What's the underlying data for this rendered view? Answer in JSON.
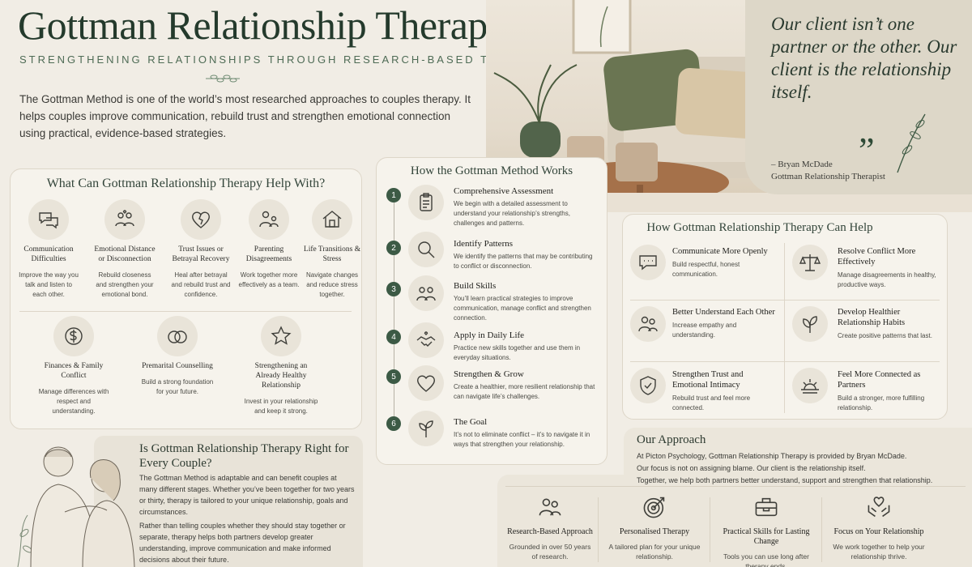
{
  "header": {
    "title": "Gottman Relationship Therapy",
    "subtitle": "STRENGTHENING RELATIONSHIPS THROUGH RESEARCH-BASED THERAPY",
    "intro": "The Gottman Method is one of the world’s most researched approaches to couples therapy. It helps couples improve communication, rebuild trust and strengthen emotional connection using practical, evidence-based strategies."
  },
  "quote": {
    "text": "Our client isn’t one partner or the other. Our client is the relationship itself.",
    "mark": "”",
    "author": "– Bryan McDade",
    "role": "Gottman Relationship Therapist"
  },
  "help_with": {
    "title": "What Can Gottman Relationship Therapy Help With?",
    "items": [
      {
        "title": "Communication Difficulties",
        "desc": "Improve the way you talk and listen to each other.",
        "icon": "chat-icon"
      },
      {
        "title": "Emotional Distance or Disconnection",
        "desc": "Rebuild closeness and strengthen your emotional bond.",
        "icon": "heart-people-icon"
      },
      {
        "title": "Trust Issues or Betrayal Recovery",
        "desc": "Heal after betrayal and rebuild trust and confidence.",
        "icon": "broken-heart-icon"
      },
      {
        "title": "Parenting Disagreements",
        "desc": "Work together more effectively as a team.",
        "icon": "parents-icon"
      },
      {
        "title": "Life Transitions & Stress",
        "desc": "Navigate changes and reduce stress together.",
        "icon": "house-icon"
      },
      {
        "title": "Finances & Family Conflict",
        "desc": "Manage differences with respect and understanding.",
        "icon": "dollar-icon"
      },
      {
        "title": "Premarital Counselling",
        "desc": "Build a strong foundation for your future.",
        "icon": "rings-icon"
      },
      {
        "title": "Strengthening an Already Healthy Relationship",
        "desc": "Invest in your relationship and keep it strong.",
        "icon": "star-icon"
      }
    ]
  },
  "method": {
    "title": "How the Gottman Method Works",
    "steps": [
      {
        "num": "1",
        "title": "Comprehensive Assessment",
        "desc": "We begin with a detailed assessment to understand your relationship’s strengths, challenges and patterns.",
        "icon": "clipboard-icon"
      },
      {
        "num": "2",
        "title": "Identify Patterns",
        "desc": "We identify the patterns that may be contributing to conflict or disconnection.",
        "icon": "magnifier-icon"
      },
      {
        "num": "3",
        "title": "Build Skills",
        "desc": "You’ll learn practical strategies to improve communication, manage conflict and strengthen connection.",
        "icon": "couple-heart-icon"
      },
      {
        "num": "4",
        "title": "Apply in Daily Life",
        "desc": "Practice new skills together and use them in everyday situations.",
        "icon": "handshake-icon"
      },
      {
        "num": "5",
        "title": "Strengthen & Grow",
        "desc": "Create a healthier, more resilient relationship that can navigate life’s challenges.",
        "icon": "heart-icon"
      },
      {
        "num": "6",
        "title": "The Goal",
        "desc": "It’s not to eliminate conflict – it’s to navigate it in ways that strengthen your relationship.",
        "icon": "plant-icon"
      }
    ]
  },
  "can_help": {
    "title": "How Gottman Relationship Therapy Can Help",
    "items": [
      {
        "title": "Communicate More Openly",
        "desc": "Build respectful, honest communication.",
        "icon": "chat-icon"
      },
      {
        "title": "Resolve Conflict More Effectively",
        "desc": "Manage disagreements in healthy, productive ways.",
        "icon": "scales-icon"
      },
      {
        "title": "Better Understand Each Other",
        "desc": "Increase empathy and understanding.",
        "icon": "people-icon"
      },
      {
        "title": "Develop Healthier Relationship Habits",
        "desc": "Create positive patterns that last.",
        "icon": "leaf-icon"
      },
      {
        "title": "Strengthen Trust and Emotional Intimacy",
        "desc": "Rebuild trust and feel more connected.",
        "icon": "shield-icon"
      },
      {
        "title": "Feel More Connected as Partners",
        "desc": "Build a stronger, more fulfilling relationship.",
        "icon": "sunrise-icon"
      }
    ]
  },
  "approach": {
    "title": "Our Approach",
    "lines": [
      "At Picton Psychology, Gottman Relationship Therapy is provided by Bryan McDade.",
      "Our focus is not on assigning blame. Our client is the relationship itself.",
      "Together, we help both partners better understand, support and strengthen that relationship."
    ],
    "pillars": [
      {
        "title": "Research-Based Approach",
        "desc": "Grounded in over 50 years of research.",
        "icon": "people-icon"
      },
      {
        "title": "Personalised Therapy",
        "desc": "A tailored plan for your unique relationship.",
        "icon": "target-icon"
      },
      {
        "title": "Practical Skills for Lasting Change",
        "desc": "Tools you can use long after therapy ends.",
        "icon": "toolbox-icon"
      },
      {
        "title": "Focus on Your Relationship",
        "desc": "We work together to help your relationship thrive.",
        "icon": "hands-heart-icon"
      }
    ]
  },
  "every_couple": {
    "title": "Is Gottman Relationship Therapy Right for Every Couple?",
    "p1": "The Gottman Method is adaptable and can benefit couples at many different stages. Whether you’ve been together for two years or thirty, therapy is tailored to your unique relationship, goals and circumstances.",
    "p2": "Rather than telling couples whether they should stay together or separate, therapy helps both partners develop greater understanding, improve communication and make informed decisions about their future."
  },
  "colors": {
    "accent": "#3c5a45",
    "background": "#f1ede5",
    "card": "#f6f3ec"
  }
}
